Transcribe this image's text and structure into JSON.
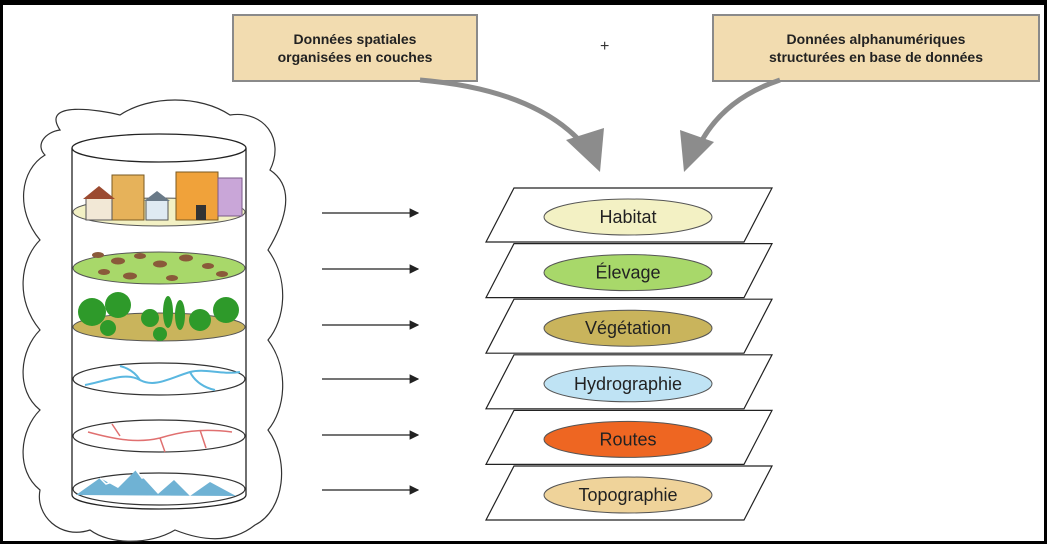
{
  "sources": {
    "spatial": {
      "line1": "Données spatiales",
      "line2": "organisées en couches"
    },
    "plus": "+",
    "alpha": {
      "line1": "Données alphanumériques",
      "line2": "structurées en base de données"
    }
  },
  "layers": [
    {
      "label": "Habitat",
      "color": "#f3f1c4"
    },
    {
      "label": "Élevage",
      "color": "#a8d86a"
    },
    {
      "label": "Végétation",
      "color": "#c9b45c"
    },
    {
      "label": "Hydrographie",
      "color": "#bfe3f4"
    },
    {
      "label": "Routes",
      "color": "#ee6622"
    },
    {
      "label": "Topographie",
      "color": "#efd39a"
    }
  ],
  "colors": {
    "box_fill": "#f2dcb0",
    "arrow_gray": "#8c8c8c",
    "border": "#000000"
  }
}
